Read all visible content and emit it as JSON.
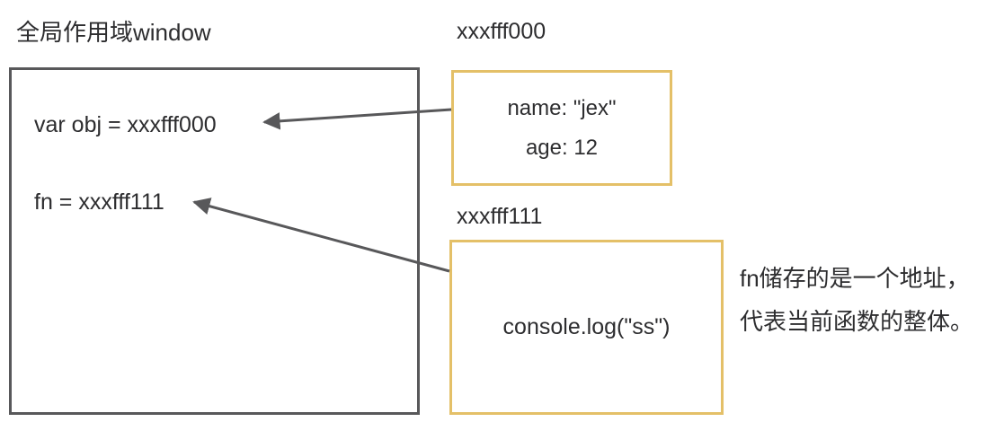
{
  "diagram": {
    "global_scope": {
      "title": "全局作用域window",
      "statements": [
        "var obj = xxxfff000",
        "fn = xxxfff111"
      ]
    },
    "heap": [
      {
        "label": "xxxfff000",
        "lines": [
          "name: \"jex\"",
          "age: 12"
        ]
      },
      {
        "label": "xxxfff111",
        "lines": [
          "console.log(\"ss\")"
        ]
      }
    ],
    "annotation": {
      "line1": "fn储存的是一个地址，",
      "line2": "代表当前函数的整体。"
    },
    "arrows": [
      {
        "name": "object-address-arrow",
        "from": "xxxfff000 box",
        "to": "var obj statement"
      },
      {
        "name": "function-address-arrow",
        "from": "xxxfff111 box",
        "to": "fn statement"
      }
    ],
    "colors": {
      "text": "#2d2d2f",
      "scope_border": "#58585a",
      "heap_border": "#e4c068",
      "arrow": "#58585a"
    }
  }
}
